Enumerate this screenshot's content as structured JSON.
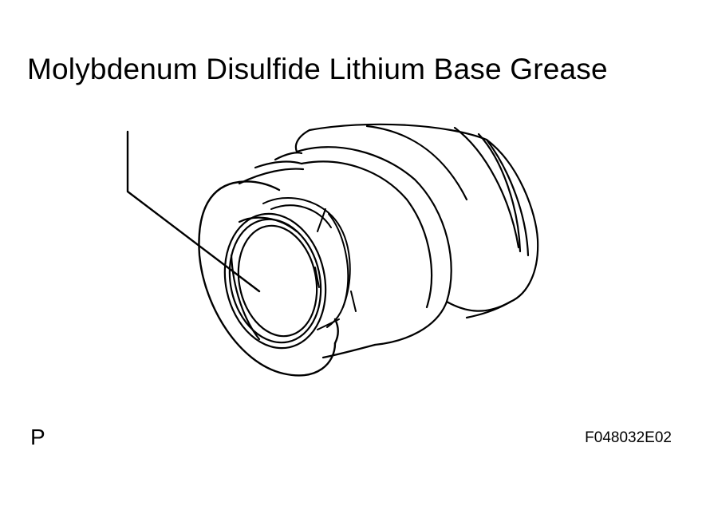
{
  "callout": {
    "label": "Molybdenum Disulfide Lithium Base Grease"
  },
  "footer": {
    "corner_letter": "P",
    "figure_code": "F048032E02"
  },
  "colors": {
    "ink": "#000000",
    "paper": "#ffffff"
  }
}
